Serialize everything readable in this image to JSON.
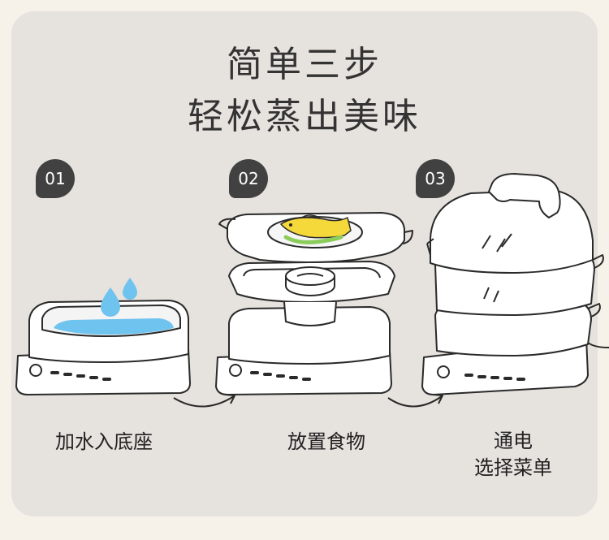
{
  "title": {
    "line1": "简单三步",
    "line2": "轻松蒸出美味"
  },
  "steps": [
    {
      "number": "01",
      "label": "加水入底座"
    },
    {
      "number": "02",
      "label": "放置食物"
    },
    {
      "number": "03",
      "label_line1": "通电",
      "label_line2": "选择菜单"
    }
  ],
  "colors": {
    "card": "#e6e2de",
    "badge": "#414141",
    "water": "#6fc3ef",
    "fish": "#f5d83a",
    "garnish": "#8bcc5c"
  }
}
